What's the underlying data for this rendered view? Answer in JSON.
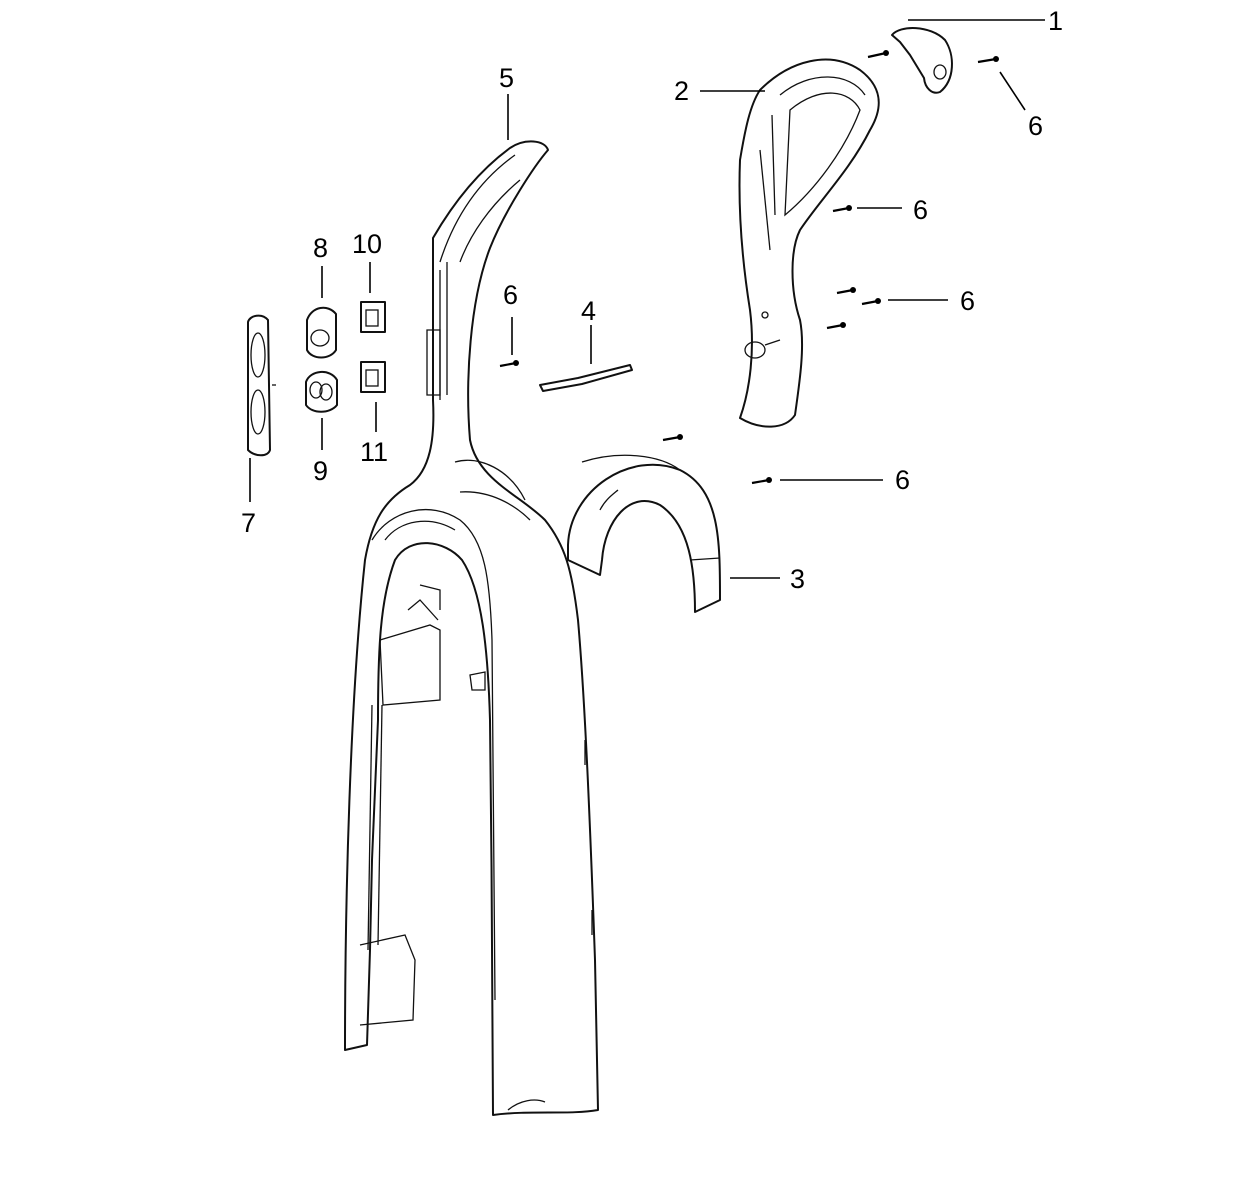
{
  "callouts": [
    {
      "id": "c1",
      "label": "1"
    },
    {
      "id": "c2",
      "label": "2"
    },
    {
      "id": "c3",
      "label": "3"
    },
    {
      "id": "c4",
      "label": "4"
    },
    {
      "id": "c5",
      "label": "5"
    },
    {
      "id": "c6a",
      "label": "6"
    },
    {
      "id": "c6b",
      "label": "6"
    },
    {
      "id": "c6c",
      "label": "6"
    },
    {
      "id": "c6d",
      "label": "6"
    },
    {
      "id": "c6e",
      "label": "6"
    },
    {
      "id": "c7",
      "label": "7"
    },
    {
      "id": "c8",
      "label": "8"
    },
    {
      "id": "c9",
      "label": "9"
    },
    {
      "id": "c10",
      "label": "10"
    },
    {
      "id": "c11",
      "label": "11"
    }
  ]
}
